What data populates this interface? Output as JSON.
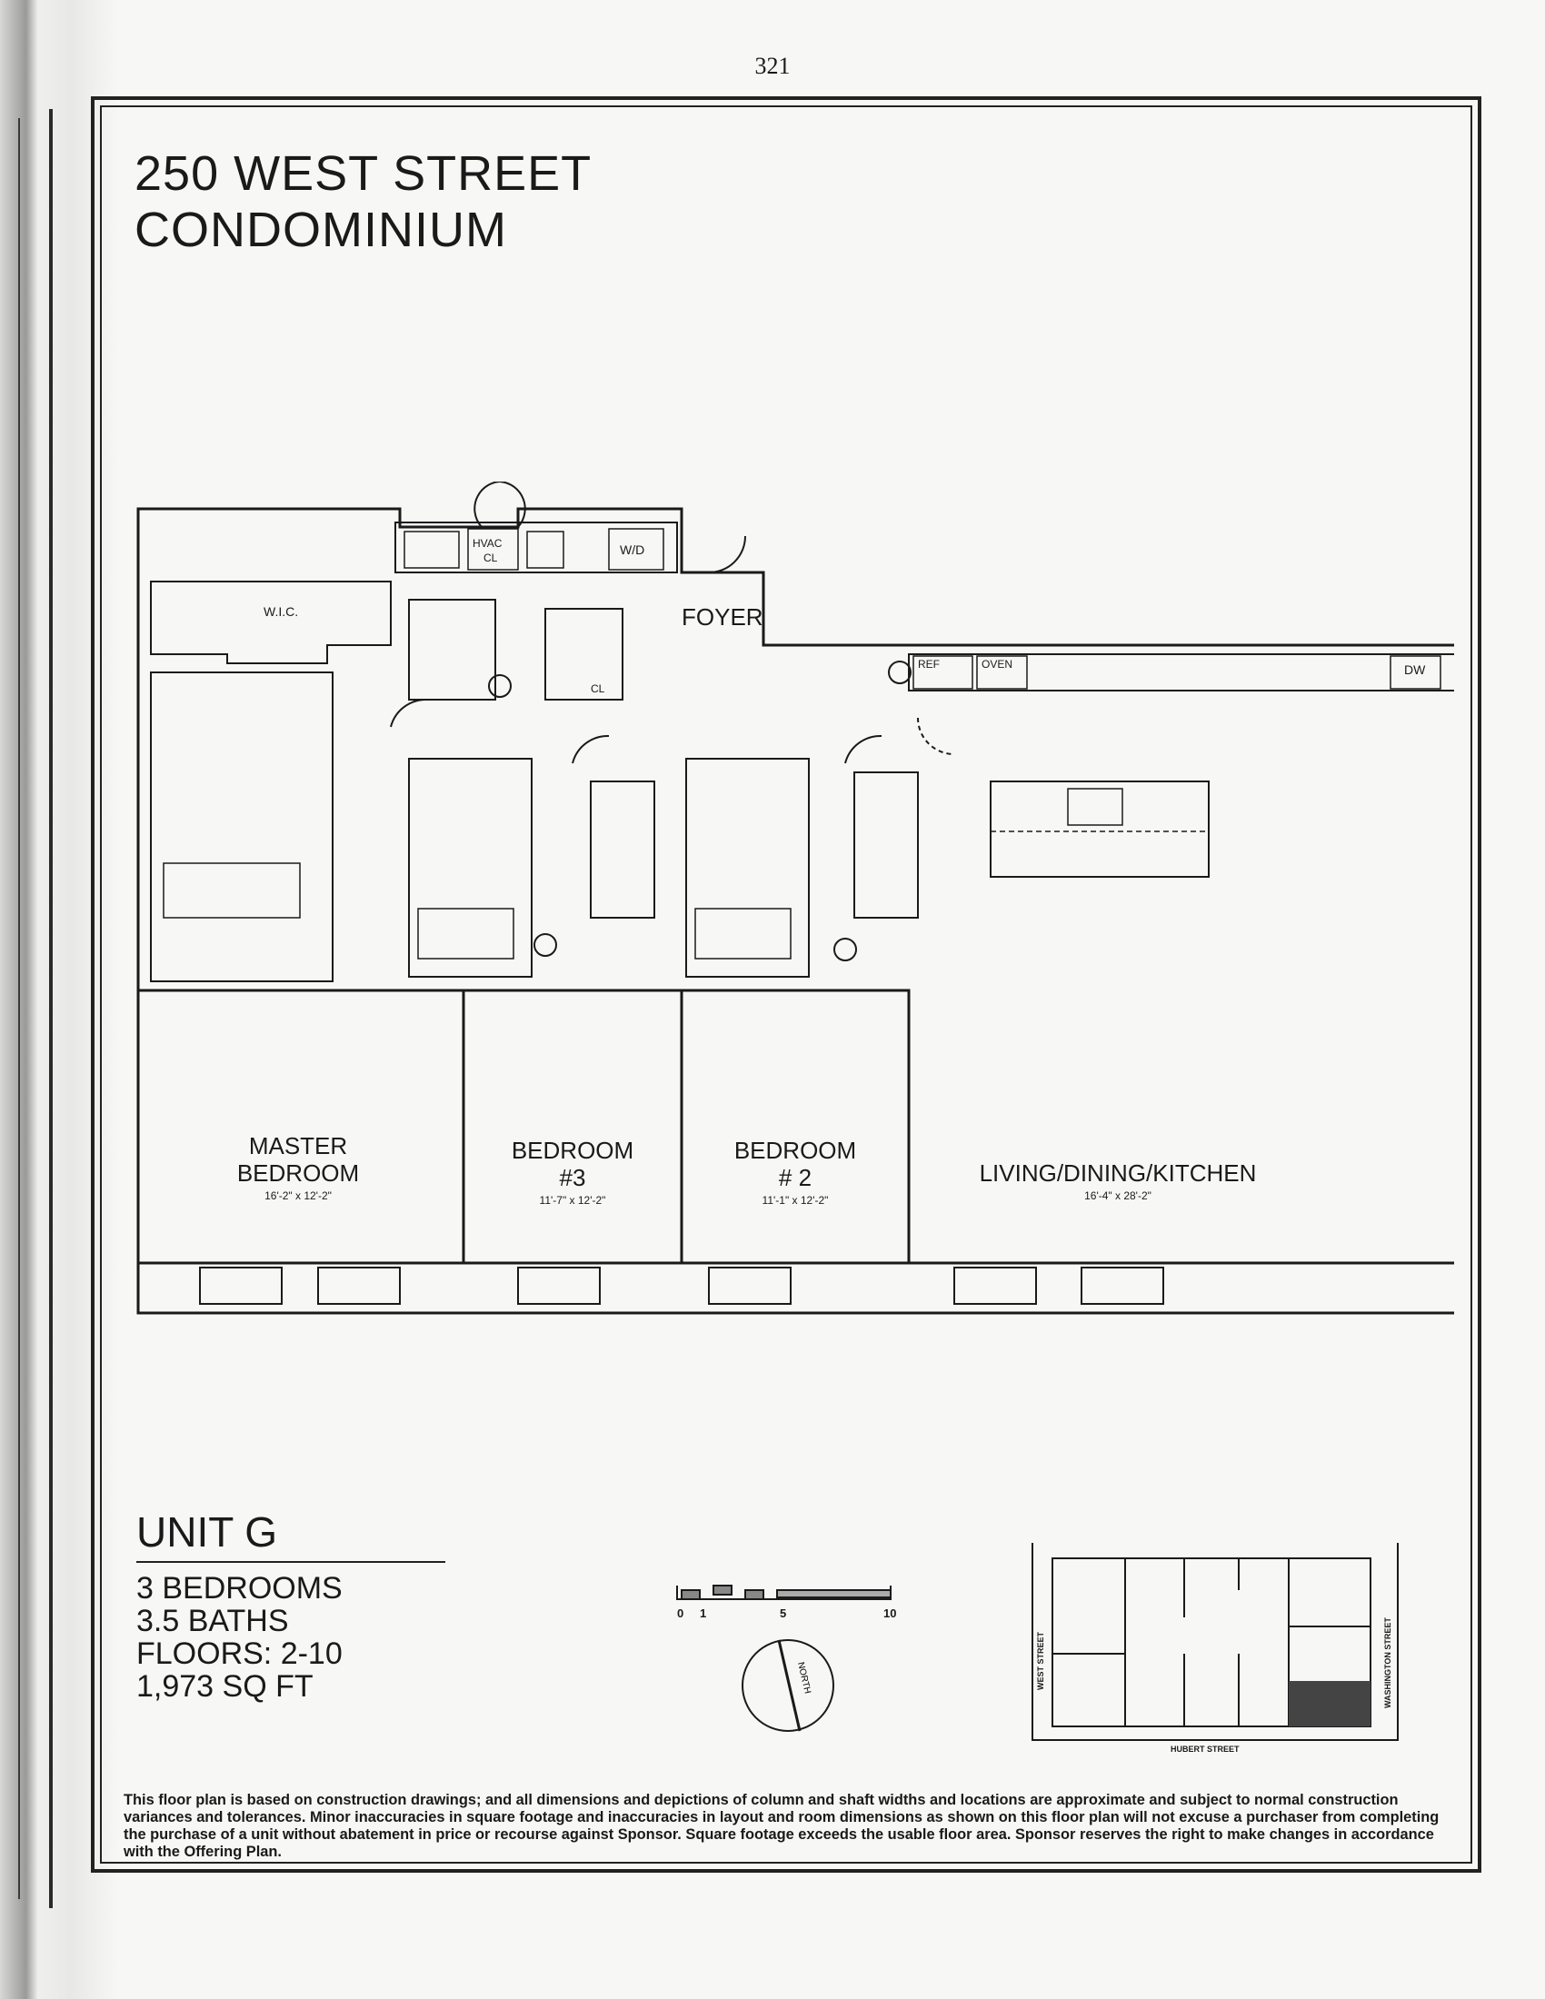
{
  "page_number": "321",
  "title": {
    "line1": "250 WEST STREET",
    "line2": "CONDOMINIUM"
  },
  "plan_labels": {
    "wic": "W.I.C.",
    "hvac_line1": "HVAC",
    "hvac_line2": "CL",
    "wd": "W/D",
    "foyer": "FOYER",
    "closet": "CL",
    "ref": "REF",
    "oven": "OVEN",
    "dw": "DW",
    "master_line1": "MASTER",
    "master_line2": "BEDROOM",
    "master_dims": "16'-2\" x 12'-2\"",
    "bed3_line1": "BEDROOM",
    "bed3_line2": "#3",
    "bed3_dims": "11'-7\" x 12'-2\"",
    "bed2_line1": "BEDROOM",
    "bed2_line2": "# 2",
    "bed2_dims": "11'-1\" x 12'-2\"",
    "living": "LIVING/DINING/KITCHEN",
    "living_dims": "16'-4\" x 28'-2\""
  },
  "unit": {
    "name": "UNIT G",
    "bedrooms": "3 BEDROOMS",
    "baths": "3.5 BATHS",
    "floors": "FLOORS: 2-10",
    "area": "1,973 SQ FT"
  },
  "scale": {
    "tick_0": "0",
    "tick_1": "1",
    "tick_5": "5",
    "tick_10": "10"
  },
  "north_label": "NORTH",
  "keyplan": {
    "street_left": "WEST STREET",
    "street_right": "WASHINGTON STREET",
    "street_bottom": "HUBERT STREET"
  },
  "disclaimer": "This floor plan is based on construction drawings; and all dimensions and depictions of column and shaft widths and locations are approximate and subject to normal construction variances and tolerances. Minor inaccuracies in square footage and inaccuracies in layout and room dimensions as shown on this floor plan will not excuse a purchaser from completing the purchase of a unit without abatement in price or recourse against Sponsor. Square footage exceeds the usable floor area. Sponsor reserves the right to make changes in accordance with the Offering Plan."
}
